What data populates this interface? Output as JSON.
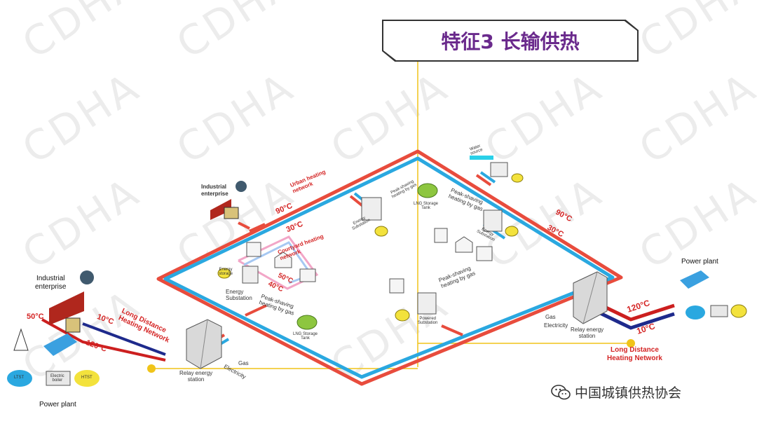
{
  "title": "特征3 长输供热",
  "watermark": "CDHA",
  "footer": "中国城镇供热协会",
  "colors": {
    "hot": "#e84c3d",
    "cold": "#2aa8e0",
    "supply": "#cc1f1f",
    "return": "#1e2a8c",
    "link": "#f0c419"
  },
  "labels": {
    "industrial_left": "Industrial\nenterprise",
    "industrial_top": "Industrial\nenterprise",
    "power_plant_left": "Power plant",
    "power_plant_right": "Power plant",
    "urban_network": "Urban heating\nnetwork",
    "courtyard_network": "Courtyard heating\nnetwork",
    "ldhn_left": "Long Distance\nHeating Network",
    "ldhn_right": "Long Distance\nHeating Network",
    "relay_left": "Relay energy\nstation",
    "relay_right": "Relay energy\nstation",
    "gas": "Gas",
    "electricity": "Electricity",
    "energy_substation": "Energy\nSubstation",
    "peak_shaving": "Peak-shaving\nheating by gas",
    "lng_tank": "LNG Storage\nTank",
    "powered_substation": "Powered\nSubstation",
    "water_source": "Water\nsource",
    "htst": "HTST",
    "ltst": "LTST",
    "electric_boiler": "Electric\nboiler",
    "energy_storage": "Energy\nstorage"
  },
  "temps": {
    "t90_left": "90°C",
    "t30_left": "30°C",
    "t90_right": "90°C",
    "t30_right": "30°C",
    "t50_court": "50°C",
    "t40_court": "40°C",
    "t50_ind": "50°C",
    "t10_left": "10°C",
    "t120_left": "120°C",
    "t120_right": "120°C",
    "t10_right": "10°C"
  }
}
